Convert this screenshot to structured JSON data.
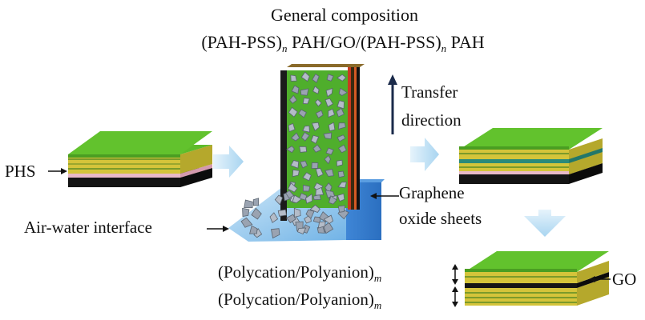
{
  "title": {
    "line1": "General composition",
    "formula": {
      "a": "(PAH-PSS)",
      "sub_a": "n",
      "b": " PAH/GO/(PAH-PSS)",
      "sub_b": "n",
      "c": " PAH"
    }
  },
  "labels": {
    "phs": "PHS",
    "air_water": "Air-water interface",
    "transfer_line1": "Transfer",
    "transfer_line2": "direction",
    "graphene_line1": "Graphene",
    "graphene_line2": "oxide sheets",
    "go": "GO",
    "layer_pair": "(Polycation/Polyanion)",
    "layer_sub": "m"
  },
  "colors": {
    "film_green": "#5dbb2a",
    "film_yellow": "#d4c43a",
    "substrate_black": "#1a1a1a",
    "pink_layer": "#e8b9c8",
    "go_sheet": "#a8b0bc",
    "water_blue": "#4a90d9",
    "arrow_light_blue": "#b9dcf2"
  }
}
